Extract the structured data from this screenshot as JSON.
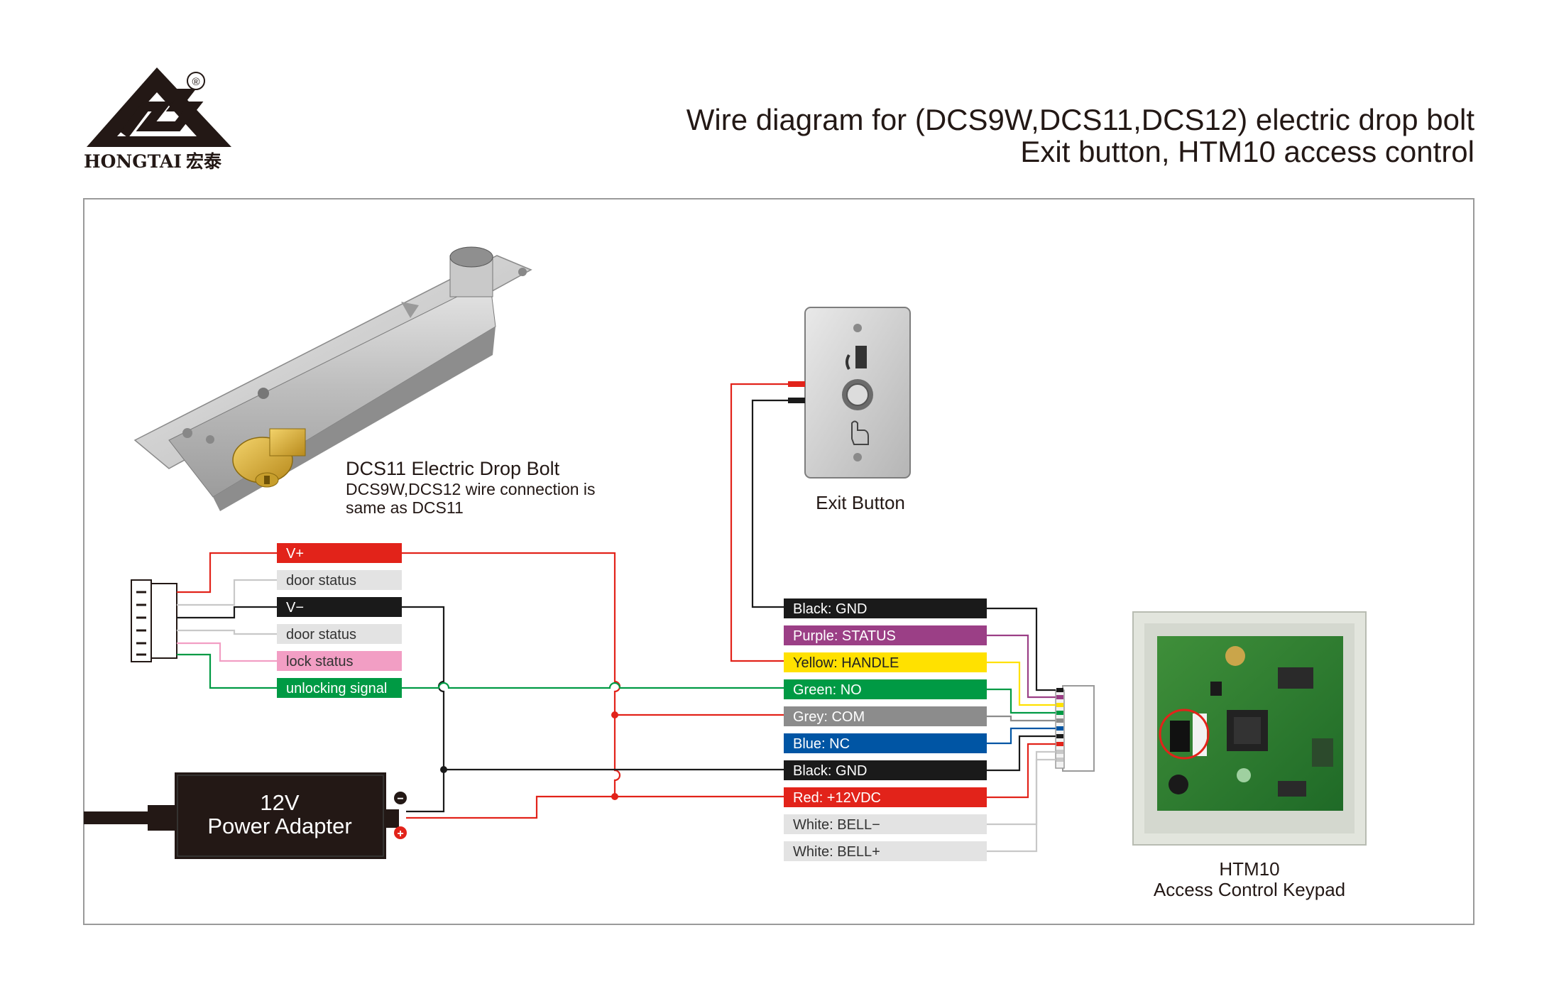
{
  "header": {
    "brand_name": "HONGTAI",
    "brand_cjk": "宏泰",
    "registered_mark": "®",
    "title_line1": "Wire diagram for (DCS9W,DCS11,DCS12) electric drop bolt",
    "title_line2": "Exit button, HTM10 access control"
  },
  "drop_bolt": {
    "title": "DCS11 Electric Drop Bolt",
    "note_line1": "DCS9W,DCS12 wire connection is",
    "note_line2": "same as DCS11",
    "wires": [
      {
        "label": "V+",
        "color": "#e2231a",
        "text_color": "#ffffff"
      },
      {
        "label": "door status",
        "color": "#e3e3e3",
        "text_color": "#333333"
      },
      {
        "label": "V−",
        "color": "#1a1a1a",
        "text_color": "#ffffff"
      },
      {
        "label": "door status",
        "color": "#e3e3e3",
        "text_color": "#333333"
      },
      {
        "label": "lock status",
        "color": "#f29ec4",
        "text_color": "#333333"
      },
      {
        "label": "unlocking signal",
        "color": "#009a44",
        "text_color": "#ffffff"
      }
    ]
  },
  "exit_button": {
    "label": "Exit Button"
  },
  "power_adapter": {
    "line1": "12V",
    "line2": "Power Adapter",
    "negative_symbol": "−",
    "positive_symbol": "+"
  },
  "keypad": {
    "label_line1": "HTM10",
    "label_line2": "Access Control Keypad",
    "wires": [
      {
        "label": "Black: GND",
        "color": "#1a1a1a",
        "text_color": "#ffffff"
      },
      {
        "label": "Purple: STATUS",
        "color": "#9b3f86",
        "text_color": "#ffffff"
      },
      {
        "label": "Yellow: HANDLE",
        "color": "#ffe100",
        "text_color": "#222222"
      },
      {
        "label": "Green: NO",
        "color": "#009a44",
        "text_color": "#ffffff"
      },
      {
        "label": "Grey: COM",
        "color": "#8c8c8c",
        "text_color": "#ffffff"
      },
      {
        "label": "Blue: NC",
        "color": "#0055a4",
        "text_color": "#ffffff"
      },
      {
        "label": "Black: GND",
        "color": "#1a1a1a",
        "text_color": "#ffffff"
      },
      {
        "label": "Red: +12VDC",
        "color": "#e2231a",
        "text_color": "#ffffff"
      },
      {
        "label": "White: BELL−",
        "color": "#e3e3e3",
        "text_color": "#333333"
      },
      {
        "label": "White: BELL+",
        "color": "#e3e3e3",
        "text_color": "#333333"
      }
    ]
  }
}
